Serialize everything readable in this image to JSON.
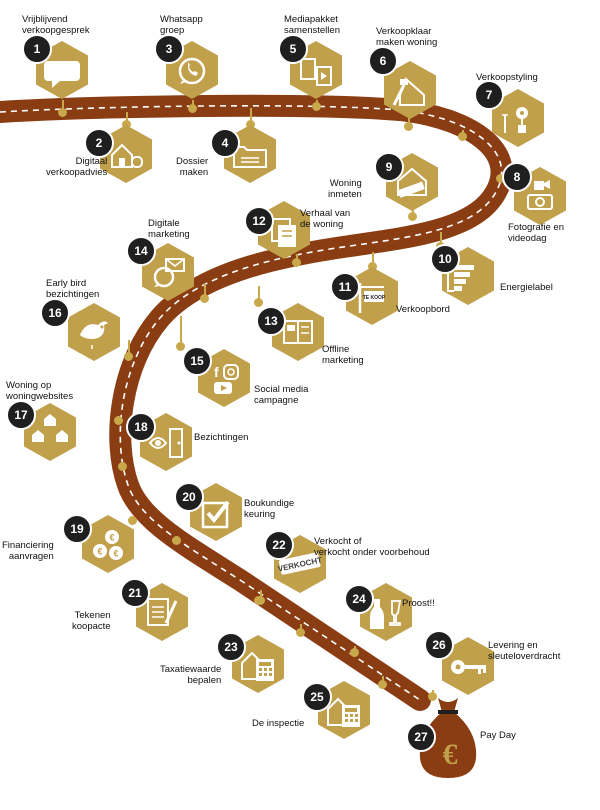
{
  "colors": {
    "road": "#8a3c12",
    "road_dash": "#ffffff",
    "hex": "#c1a04b",
    "badge": "#1f1f1f",
    "icon": "#ffffff"
  },
  "steps": [
    {
      "num": "1",
      "label": "Vrijblijvend\nverkoopgesprek",
      "icon": "chat-bubble-icon"
    },
    {
      "num": "2",
      "label": "Digitaal\nverkoopadvies",
      "icon": "house-computer-icon"
    },
    {
      "num": "3",
      "label": "Whatsapp\ngroep",
      "icon": "whatsapp-icon"
    },
    {
      "num": "4",
      "label": "Dossier\nmaken",
      "icon": "folder-icon"
    },
    {
      "num": "5",
      "label": "Mediapakket\nsamenstellen",
      "icon": "media-icon"
    },
    {
      "num": "6",
      "label": "Verkoopklaar\nmaken woning",
      "icon": "paint-house-icon"
    },
    {
      "num": "7",
      "label": "Verkoopstyling",
      "icon": "flower-vase-icon"
    },
    {
      "num": "8",
      "label": "Fotografie en\nvideodag",
      "icon": "camera-icon"
    },
    {
      "num": "9",
      "label": "Woning\ninmeten",
      "icon": "measure-house-icon"
    },
    {
      "num": "10",
      "label": "Energielabel",
      "icon": "energy-label-icon"
    },
    {
      "num": "11",
      "label": "Verkoopbord",
      "icon": "sign-icon"
    },
    {
      "num": "12",
      "label": "Verhaal van\nde woning",
      "icon": "document-stack-icon"
    },
    {
      "num": "13",
      "label": "Offline\nmarketing",
      "icon": "brochure-icon"
    },
    {
      "num": "14",
      "label": "Digitale\nmarketing",
      "icon": "whatsapp-mail-icon"
    },
    {
      "num": "15",
      "label": "Social media\ncampagne",
      "icon": "social-media-icon"
    },
    {
      "num": "16",
      "label": "Early bird\nbezichtingen",
      "icon": "bird-icon"
    },
    {
      "num": "17",
      "label": "Woning op\nwoningwebsites",
      "icon": "houses-icon"
    },
    {
      "num": "18",
      "label": "Bezichtingen",
      "icon": "eye-door-icon"
    },
    {
      "num": "19",
      "label": "Financiering\naanvragen",
      "icon": "euro-coins-icon"
    },
    {
      "num": "20",
      "label": "Boukundige\nkeuring",
      "icon": "checkbox-icon"
    },
    {
      "num": "21",
      "label": "Tekenen\nkoopacte",
      "icon": "contract-icon"
    },
    {
      "num": "22",
      "label": "Verkocht of\nverkocht onder voorbehoud",
      "icon": "sold-sign-icon",
      "sign_text": "VERKOCHT"
    },
    {
      "num": "23",
      "label": "Taxatiewaarde\nbepalen",
      "icon": "house-calculator-icon"
    },
    {
      "num": "24",
      "label": "Proost!!",
      "icon": "champagne-icon"
    },
    {
      "num": "25",
      "label": "De inspectie",
      "icon": "house-calculator-icon"
    },
    {
      "num": "26",
      "label": "Levering en\nsleuteloverdracht",
      "icon": "key-icon"
    },
    {
      "num": "27",
      "label": "Pay Day",
      "icon": "money-bag-icon",
      "symbol": "€"
    }
  ],
  "sign_11_text": "TE KOOP"
}
